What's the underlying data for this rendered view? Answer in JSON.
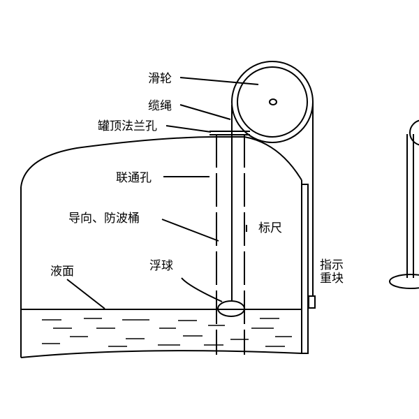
{
  "labels": {
    "pulley": "滑轮",
    "cable": "缆绳",
    "flange_hole": "罐顶法兰孔",
    "vent_hole": "联通孔",
    "guide_tube": "导向、防波桶",
    "scale": "标尺",
    "float": "浮球",
    "liquid_surface": "液面",
    "weight_line1": "指示",
    "weight_line2": "重块"
  }
}
